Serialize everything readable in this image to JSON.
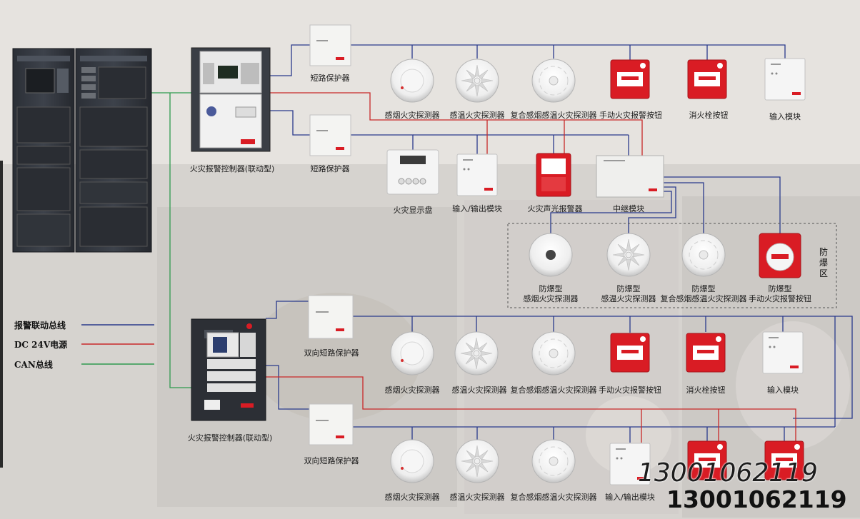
{
  "colors": {
    "alarm_bus": "#2a3a8c",
    "dc24v": "#c82828",
    "can_bus": "#2e9a4e",
    "background": "#e6e3df",
    "device_red": "#d91c24"
  },
  "legend": {
    "alarm_bus": "报警联动总线",
    "dc24v": "DC 24V电源",
    "can_bus": "CAN总线"
  },
  "controllers": {
    "top": "火灾报警控制器(联动型)",
    "bottom": "火灾报警控制器(联动型)"
  },
  "row1": {
    "protector": "短路保护器",
    "smoke": "感烟火灾探测器",
    "heat": "感温火灾探测器",
    "combo": "复合感烟感温火灾探测器",
    "manual": "手动火灾报警按钮",
    "hydrant": "消火栓按钮",
    "input": "输入模块"
  },
  "row2": {
    "protector": "短路保护器",
    "display": "火灾显示盘",
    "io": "输入/输出模块",
    "sounder": "火灾声光报警器",
    "relay": "中继模块"
  },
  "explosion_zone": {
    "title": "防爆区",
    "smoke_line1": "防爆型",
    "smoke_line2": "感烟火灾探测器",
    "heat_line1": "防爆型",
    "heat_line2": "感温火灾探测器",
    "combo_line1": "防爆型",
    "combo_line2": "复合感烟感温火灾探测器",
    "manual_line1": "防爆型",
    "manual_line2": "手动火灾报警按钮"
  },
  "row3": {
    "protector": "双向短路保护器",
    "smoke": "感烟火灾探测器",
    "heat": "感温火灾探测器",
    "combo": "复合感烟感温火灾探测器",
    "manual": "手动火灾报警按钮",
    "hydrant": "消火栓按钮",
    "input": "输入模块"
  },
  "row4": {
    "protector": "双向短路保护器",
    "smoke": "感烟火灾探测器",
    "heat": "感温火灾探测器",
    "combo": "复合感烟感温火灾探测器",
    "io": "输入/输出模块"
  },
  "watermark": {
    "phone_italic": "13001062119",
    "phone_bold": "13001062119"
  }
}
